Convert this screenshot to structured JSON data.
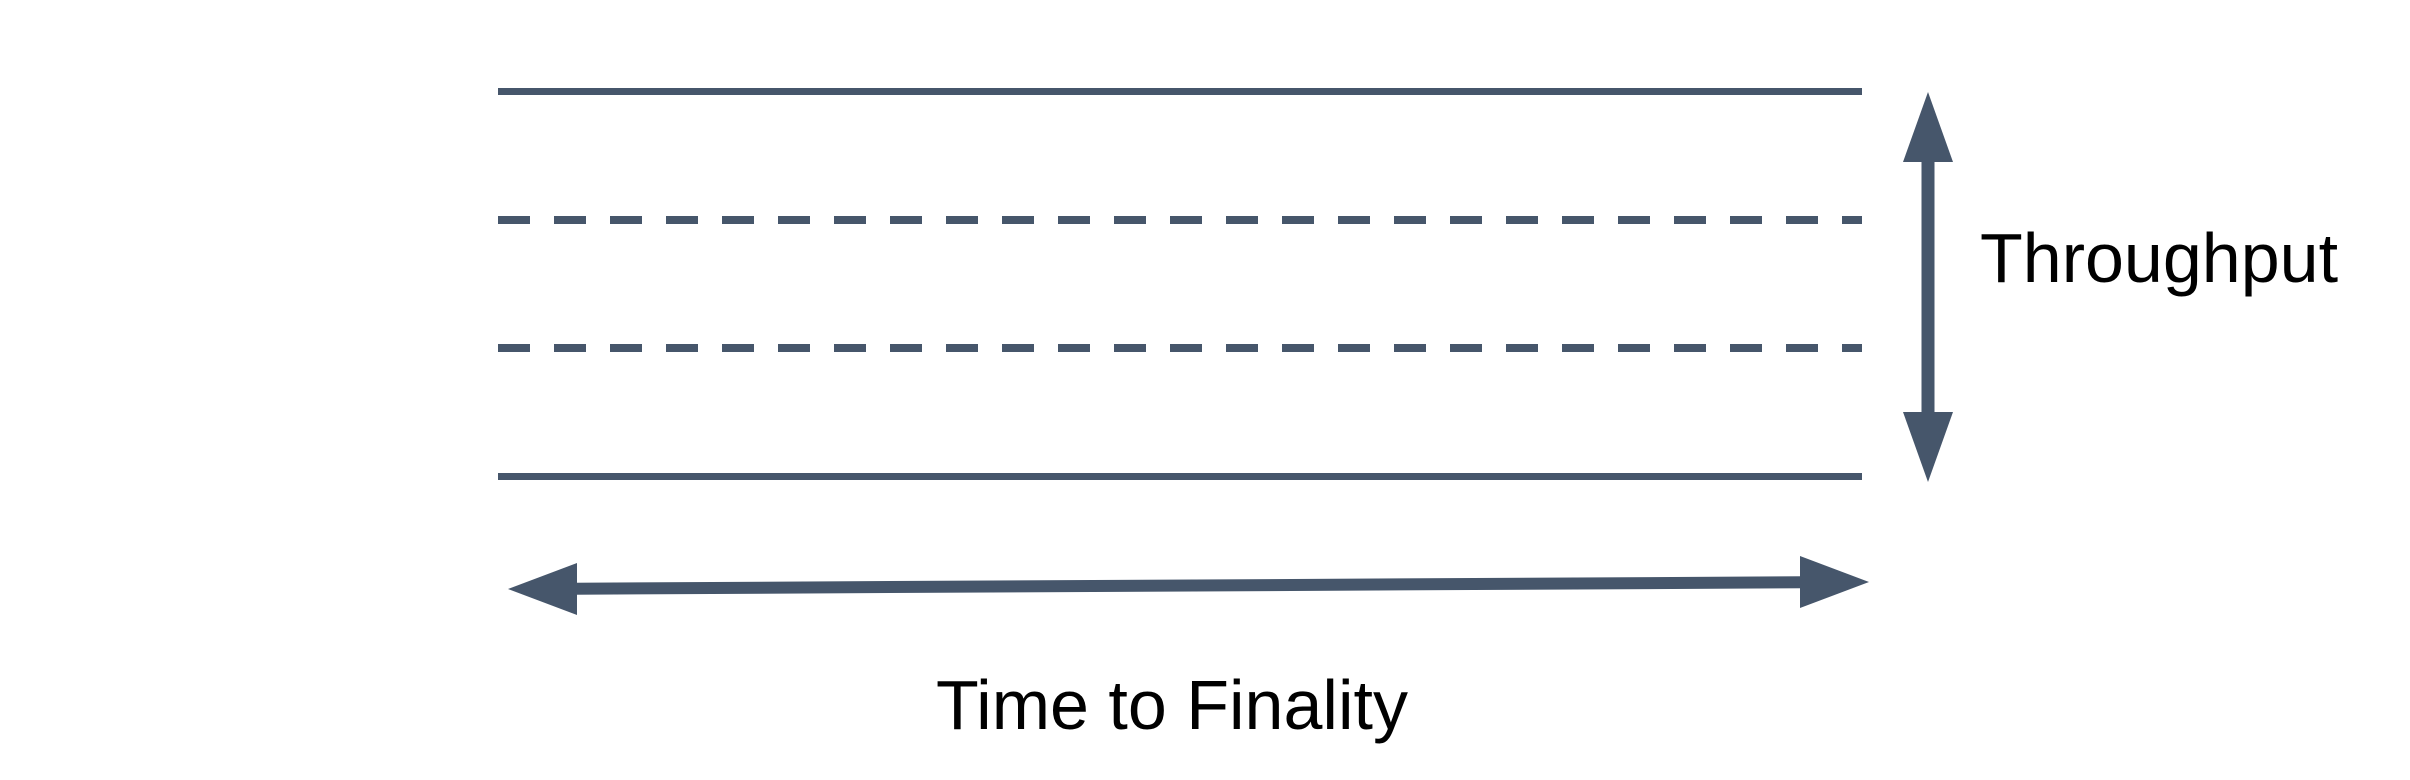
{
  "labels": {
    "throughput": "Throughput",
    "time_to_finality": "Time to Finality"
  },
  "colors": {
    "stroke": "#46566B",
    "text": "#000000",
    "background": "#FFFFFF"
  },
  "diagram": {
    "lanes": [
      {
        "style": "solid"
      },
      {
        "style": "dashed"
      },
      {
        "style": "dashed"
      },
      {
        "style": "solid"
      }
    ],
    "axes": [
      {
        "orientation": "vertical",
        "label": "Throughput"
      },
      {
        "orientation": "horizontal",
        "label": "Time to Finality"
      }
    ]
  }
}
